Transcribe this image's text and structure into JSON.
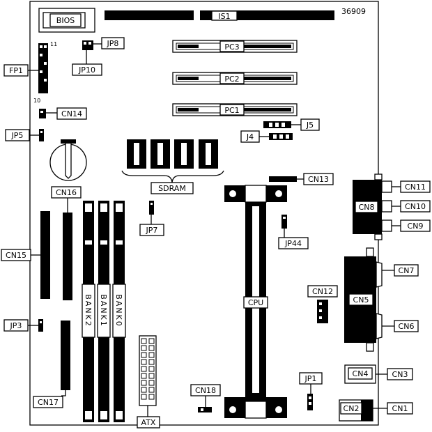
{
  "figure_id": "36909",
  "labels": {
    "bios": "BIOS",
    "isa": "IS1",
    "pc3": "PC3",
    "pc2": "PC2",
    "pc1": "PC1",
    "jp8": "JP8",
    "jp10": "JP10",
    "fp1": "FP1",
    "fp1_pin_top": "11",
    "fp1_pin_bottom": "10",
    "cn14": "CN14",
    "jp5": "JP5",
    "j5": "J5",
    "j4": "J4",
    "sdram": "SDRAM",
    "cn13": "CN13",
    "cn11": "CN11",
    "cn8": "CN8",
    "cn10": "CN10",
    "cn9": "CN9",
    "cn16": "CN16",
    "cn15": "CN15",
    "jp7": "JP7",
    "jp44": "JP44",
    "bank2": "BANK2",
    "bank1": "BANK1",
    "bank0": "BANK0",
    "cpu": "CPU",
    "cn12": "CN12",
    "cn7": "CN7",
    "cn5": "CN5",
    "cn6": "CN6",
    "jp3": "JP3",
    "cn17": "CN17",
    "atx": "ATX",
    "cn18": "CN18",
    "jp1": "JP1",
    "cn4": "CN4",
    "cn3": "CN3",
    "cn2": "CN2",
    "cn1": "CN1"
  }
}
